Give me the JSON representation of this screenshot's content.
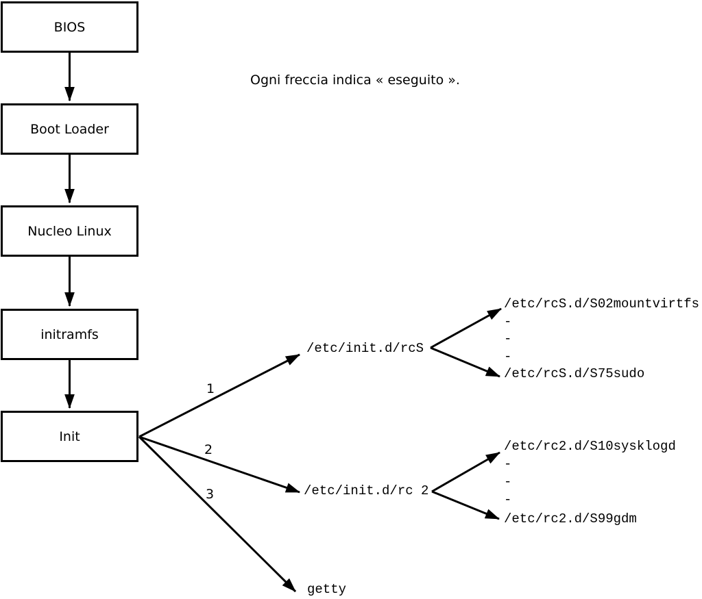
{
  "caption": "Ogni freccia indica « eseguito ».",
  "boxes": [
    {
      "label": "BIOS"
    },
    {
      "label": "Boot Loader"
    },
    {
      "label": "Nucleo Linux"
    },
    {
      "label": "initramfs"
    },
    {
      "label": "Init"
    }
  ],
  "branches": {
    "rcS": {
      "number": "1",
      "target": "/etc/init.d/rcS",
      "leaves": [
        "/etc/rcS.d/S02mountvirtfs",
        "-",
        "-",
        "-",
        "/etc/rcS.d/S75sudo"
      ]
    },
    "rc2": {
      "number": "2",
      "target": "/etc/init.d/rc 2",
      "leaves": [
        "/etc/rc2.d/S10sysklogd",
        "-",
        "-",
        "-",
        "/etc/rc2.d/S99gdm"
      ]
    },
    "getty": {
      "number": "3",
      "target": "getty"
    }
  },
  "colors": {
    "line": "#000000",
    "background": "#ffffff"
  }
}
